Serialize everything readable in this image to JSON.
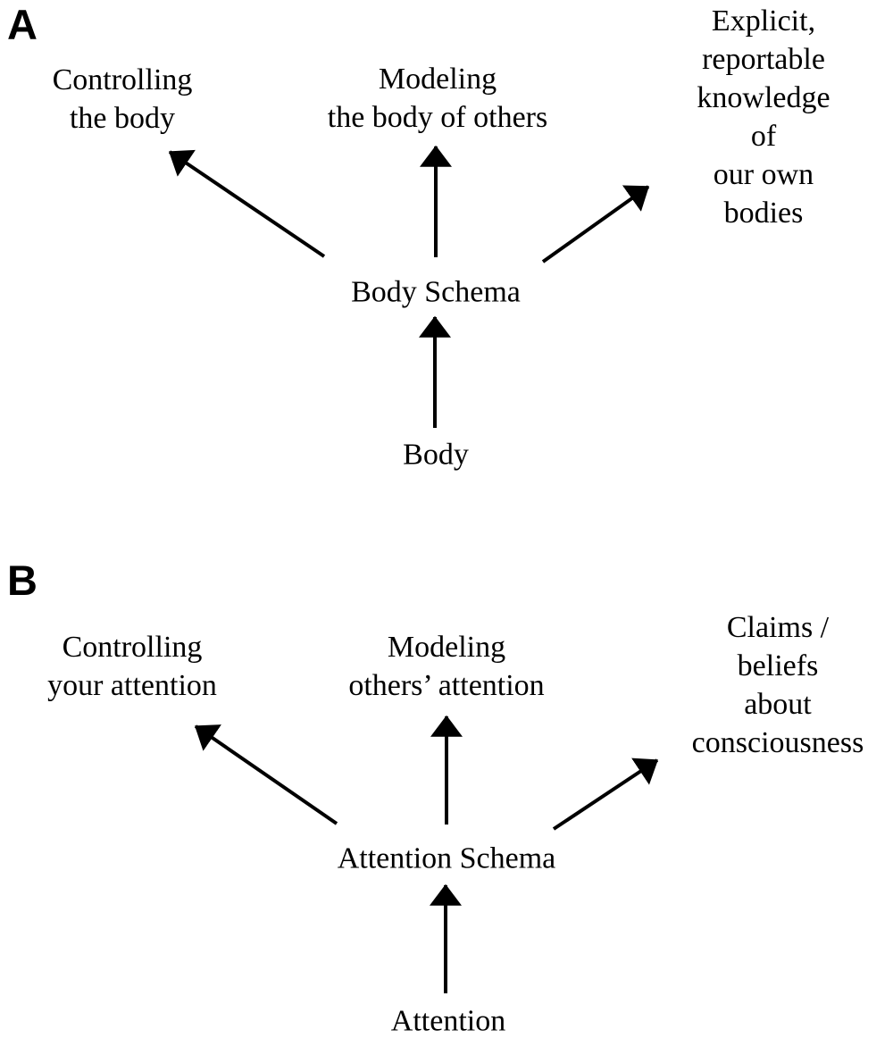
{
  "figure": {
    "description": "Two-panel schema diagram",
    "colors": {
      "ink": "#000000",
      "background": "#ffffff"
    }
  },
  "panels": [
    {
      "label": "A",
      "source": "Body",
      "hub": "Body Schema",
      "targets": [
        "Controlling\nthe body",
        "Modeling\nthe body of others",
        "Explicit, reportable\nknowledge of\nour own bodies"
      ]
    },
    {
      "label": "B",
      "source": "Attention",
      "hub": "Attention Schema",
      "targets": [
        "Controlling\nyour attention",
        "Modeling\nothers’ attention",
        "Claims / beliefs\nabout\nconsciousness"
      ]
    }
  ]
}
